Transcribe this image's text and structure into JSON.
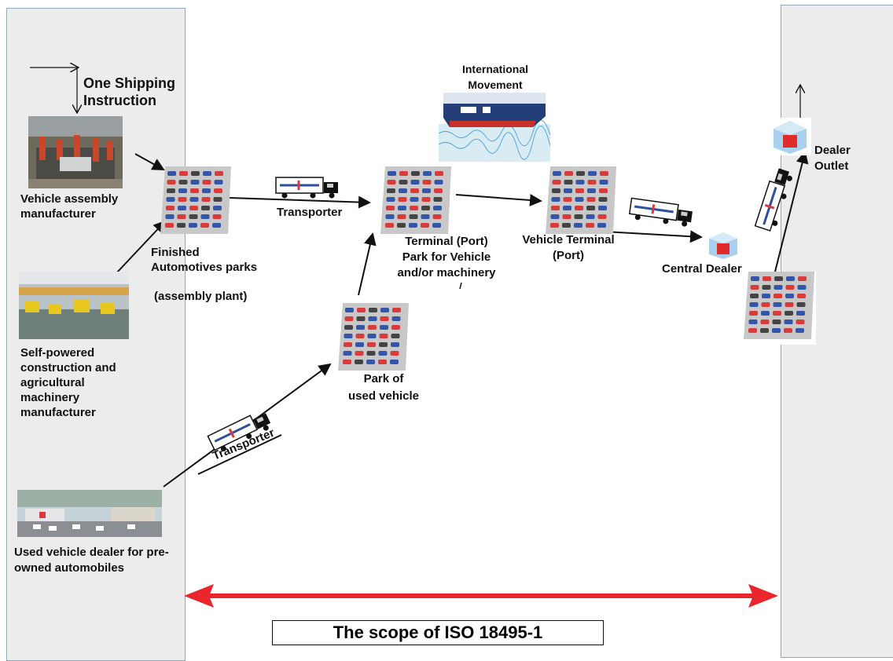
{
  "labels": {
    "shipping_instruction": "One Shipping Instruction",
    "vehicle_assembly": "Vehicle assembly manufacturer",
    "finished_parks": "Finished Automotives parks",
    "assembly_plant": "(assembly plant)",
    "self_powered": "Self-powered construction and agricultural machinery manufacturer",
    "used_dealer": "Used vehicle dealer for pre-owned automobiles",
    "transporter_top": "Transporter",
    "transporter_bottom": "Transporter",
    "park_used_1": "Park of",
    "park_used_2": "used vehicle",
    "terminal_1": "Terminal (Port)",
    "terminal_2": "Park for Vehicle",
    "terminal_3": "and/or machinery",
    "international_1": "International",
    "international_2": "Movement",
    "vehicle_terminal_1": "Vehicle Terminal",
    "vehicle_terminal_2": "(Port)",
    "central_dealer": "Central Dealer",
    "dealer_outlet_1": "Dealer",
    "dealer_outlet_2": "Outlet",
    "scope": "The scope of ISO 18495-1"
  },
  "colors": {
    "panel": "#ececec",
    "panel_border": "#8faab5",
    "scope_arrow": "#e8262b",
    "car_blue": "#3355aa",
    "car_red": "#d93a3a",
    "car_dark": "#444444"
  },
  "icons": [
    "factory-photo",
    "machinery-factory-photo",
    "dealer-lot-photo",
    "parking-lot-icon",
    "truck-icon",
    "ship-icon",
    "dealer-building-icon"
  ]
}
